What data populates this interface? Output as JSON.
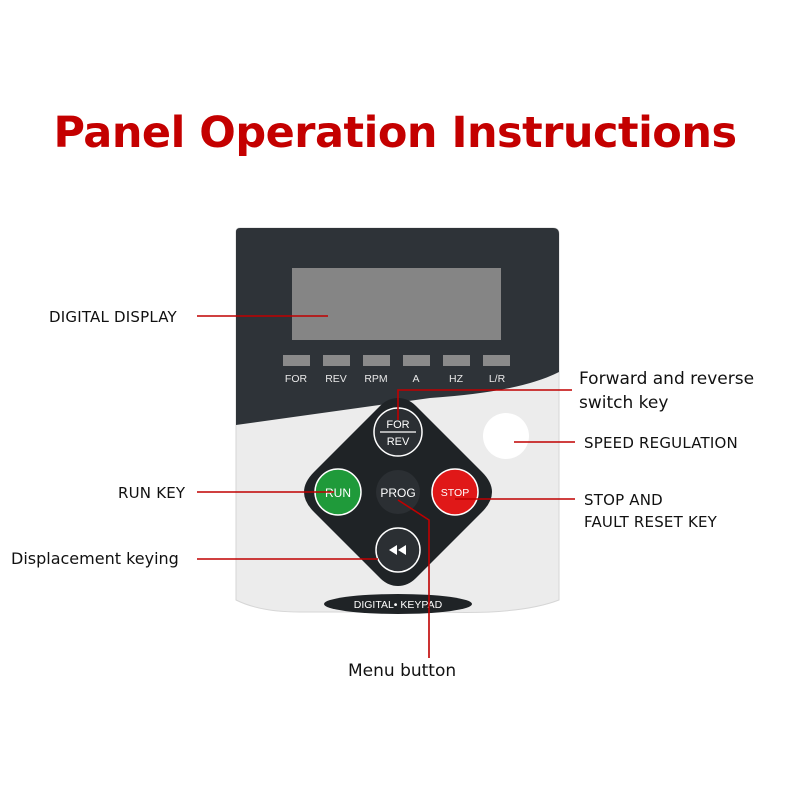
{
  "title": "Panel Operation Instructions",
  "indicators": [
    "FOR",
    "REV",
    "RPM",
    "A",
    "HZ",
    "L/R"
  ],
  "keys": {
    "forrev_top": "FOR",
    "forrev_bottom": "REV",
    "run": "RUN",
    "prog": "PROG",
    "stop": "STOP"
  },
  "brand_label": "DIGITAL• KEYPAD",
  "callouts": {
    "digital_display": "DIGITAL DISPLAY",
    "forward_reverse_line1": "Forward and reverse",
    "forward_reverse_line2": "switch key",
    "speed_regulation": "SPEED REGULATION",
    "run_key": "RUN KEY",
    "stop_line1": "STOP AND",
    "stop_line2": "FAULT RESET KEY",
    "displacement": "Displacement keying",
    "menu_button": "Menu button"
  },
  "colors": {
    "title": "#c40000",
    "leader": "#c00000",
    "panel_dark": "#2e3338",
    "panel_light": "#eeeeee",
    "run_key": "#1f9a3a",
    "stop_key": "#e01818"
  }
}
